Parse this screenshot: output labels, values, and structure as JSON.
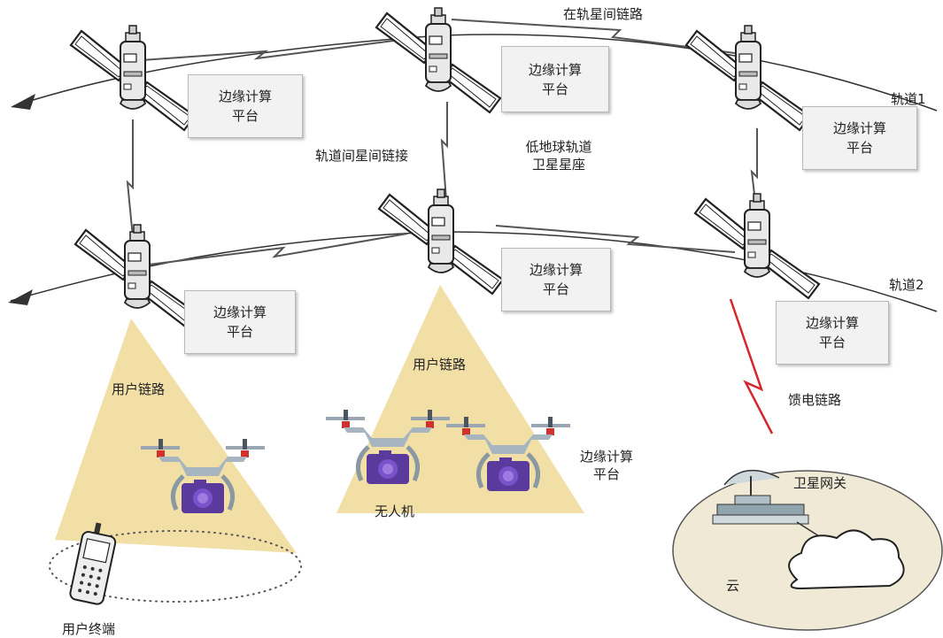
{
  "labels": {
    "isl_in_orbit": "在轨星间链路",
    "orbit1": "轨道1",
    "orbit2": "轨道2",
    "inter_orbit_isl": "轨道间星间链接",
    "leo_line1": "低地球轨道",
    "leo_line2": "卫星星座",
    "user_link_left": "用户链路",
    "user_link_mid": "用户链路",
    "feeder_link": "馈电链路",
    "uav": "无人机",
    "user_terminal": "用户终端",
    "satellite_gateway": "卫星网关",
    "cloud": "云",
    "edge_free_line1": "边缘计算",
    "edge_free_line2": "平台"
  },
  "edge_boxes": [
    {
      "line1": "边缘计算",
      "line2": "平台"
    },
    {
      "line1": "边缘计算",
      "line2": "平台"
    },
    {
      "line1": "边缘计算",
      "line2": "平台"
    },
    {
      "line1": "边缘计算",
      "line2": "平台"
    },
    {
      "line1": "边缘计算",
      "line2": "平台"
    },
    {
      "line1": "边缘计算",
      "line2": "平台"
    }
  ],
  "icons": {
    "satellite": "satellite-icon",
    "drone": "drone-icon",
    "phone": "mobile-phone-icon",
    "dish": "satellite-dish-icon",
    "cloud": "cloud-icon"
  },
  "colors": {
    "beam": "#f1dfa6",
    "feeder": "#d6262e",
    "camera": "#5b3a9e",
    "cloud_ellipse": "#efe9d5"
  }
}
